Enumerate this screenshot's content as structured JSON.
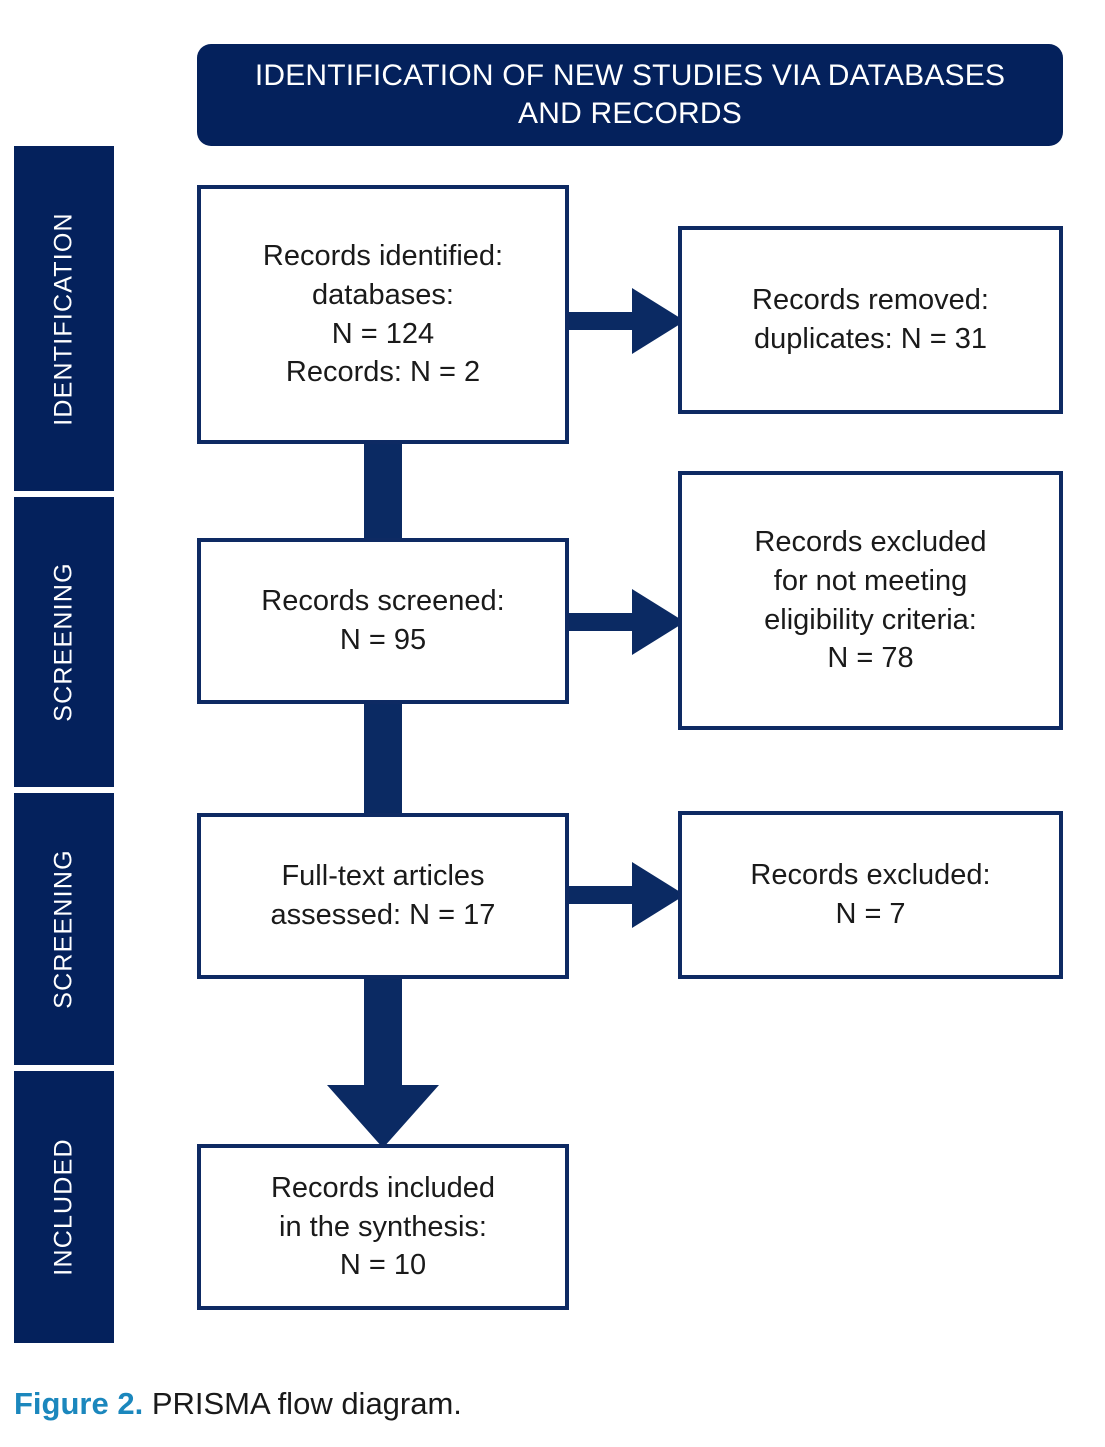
{
  "figure": {
    "header_title": "IDENTIFICATION OF NEW STUDIES VIA DATABASES AND RECORDS",
    "caption_label": "Figure 2.",
    "caption_text": " PRISMA flow diagram.",
    "colors": {
      "navy": "#04215c",
      "box_border": "#0e2a63",
      "arrow": "#0b2a63",
      "caption_accent": "#1b87bd",
      "background": "#ffffff",
      "text": "#1a1a1a"
    }
  },
  "stages": [
    {
      "label": "IDENTIFICATION"
    },
    {
      "label": "SCREENING"
    },
    {
      "label": "SCREENING"
    },
    {
      "label": "INCLUDED"
    }
  ],
  "boxes": {
    "identified": {
      "lines": [
        "Records identified:",
        "databases:",
        "N = 124",
        "Records: N = 2"
      ],
      "text": "Records identified: databases: N = 124 Records: N = 2"
    },
    "duplicates": {
      "lines": [
        "Records removed:",
        "duplicates: N = 31"
      ],
      "text": "Records removed: duplicates: N = 31"
    },
    "screened": {
      "lines": [
        "Records screened:",
        "N = 95"
      ],
      "text": "Records screened: N = 95"
    },
    "excluded_eligibility": {
      "lines": [
        "Records excluded",
        "for not meeting",
        "eligibility criteria:",
        "N = 78"
      ],
      "text": "Records excluded for not meeting eligibility criteria: N = 78"
    },
    "fulltext": {
      "lines": [
        "Full-text articles",
        "assessed: N = 17"
      ],
      "text": "Full-text articles assessed: N = 17"
    },
    "excluded": {
      "lines": [
        "Records excluded:",
        "N = 7"
      ],
      "text": "Records excluded: N = 7"
    },
    "included": {
      "lines": [
        "Records included",
        "in the synthesis:",
        "N = 10"
      ],
      "text": "Records included in the synthesis: N = 10"
    }
  },
  "chart_data": {
    "type": "diagram",
    "title": "IDENTIFICATION OF NEW STUDIES VIA DATABASES AND RECORDS",
    "nodes": [
      {
        "id": "identified",
        "stage": "IDENTIFICATION",
        "label": "Records identified: databases: N = 124 Records: N = 2",
        "value": 124
      },
      {
        "id": "duplicates",
        "stage": "IDENTIFICATION",
        "label": "Records removed: duplicates: N = 31",
        "value": 31
      },
      {
        "id": "screened",
        "stage": "SCREENING",
        "label": "Records screened: N = 95",
        "value": 95
      },
      {
        "id": "excluded_eligibility",
        "stage": "SCREENING",
        "label": "Records excluded for not meeting eligibility criteria: N = 78",
        "value": 78
      },
      {
        "id": "fulltext",
        "stage": "SCREENING",
        "label": "Full-text articles assessed: N = 17",
        "value": 17
      },
      {
        "id": "excluded",
        "stage": "SCREENING",
        "label": "Records excluded: N = 7",
        "value": 7
      },
      {
        "id": "included",
        "stage": "INCLUDED",
        "label": "Records included in the synthesis: N = 10",
        "value": 10
      }
    ],
    "edges": [
      {
        "from": "identified",
        "to": "duplicates",
        "direction": "right"
      },
      {
        "from": "identified",
        "to": "screened",
        "direction": "down"
      },
      {
        "from": "screened",
        "to": "excluded_eligibility",
        "direction": "right"
      },
      {
        "from": "screened",
        "to": "fulltext",
        "direction": "down"
      },
      {
        "from": "fulltext",
        "to": "excluded",
        "direction": "right"
      },
      {
        "from": "fulltext",
        "to": "included",
        "direction": "down"
      }
    ]
  }
}
